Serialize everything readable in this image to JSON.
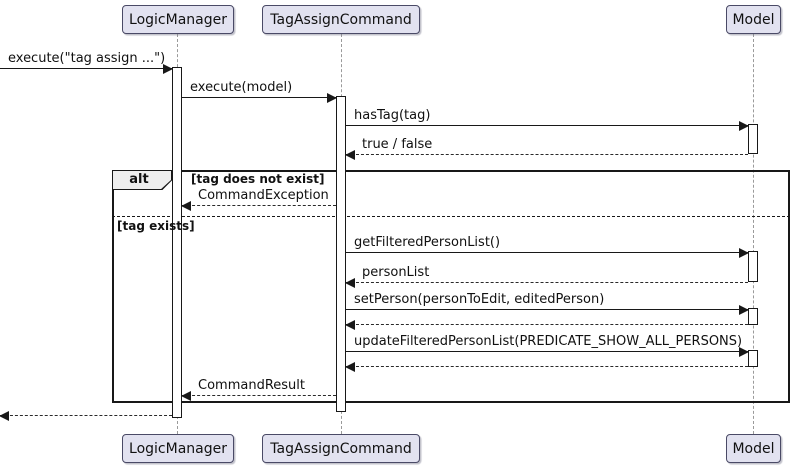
{
  "participants": {
    "logic_manager": "LogicManager",
    "tag_assign_command": "TagAssignCommand",
    "model": "Model"
  },
  "messages": {
    "execute_user": "execute(\"tag assign ...\")",
    "execute_model": "execute(model)",
    "has_tag": "hasTag(tag)",
    "true_false": "true / false",
    "command_exception": "CommandException",
    "get_filtered_person_list": "getFilteredPersonList()",
    "person_list": "personList",
    "set_person": "setPerson(personToEdit, editedPerson)",
    "update_filtered_person_list": "updateFilteredPersonList(PREDICATE_SHOW_ALL_PERSONS)",
    "command_result": "CommandResult"
  },
  "alt_frame": {
    "operator": "alt",
    "guard_not_exist": "[tag does not exist]",
    "guard_exists": "[tag exists]"
  },
  "colors": {
    "participant_fill": "#E2E2F0",
    "participant_border": "#4A4A66",
    "frame_border": "#181818",
    "operator_tab_fill": "#EEEEEE",
    "lifeline": "#9A9A9A",
    "message_line": "#181818",
    "text": "#101010",
    "background": "#FFFFFF"
  }
}
